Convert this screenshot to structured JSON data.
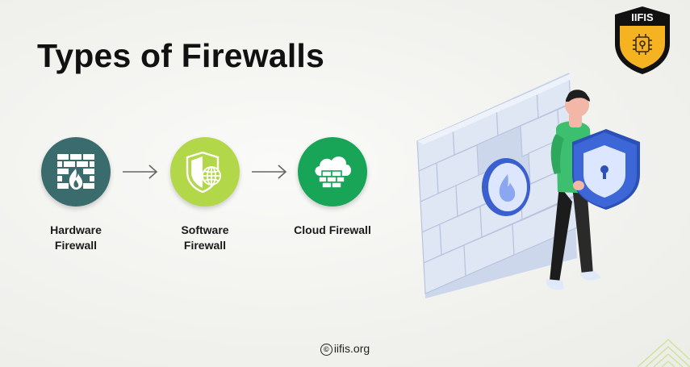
{
  "title": "Types of Firewalls",
  "logo_text": "IIFIS",
  "colors": {
    "hardware": "#3a6b6d",
    "software": "#b2d84a",
    "cloud": "#18a558",
    "logo_shield": "#f5b221"
  },
  "steps": [
    {
      "label_line1": "Hardware",
      "label_line2": "Firewall",
      "icon": "brick-wall-fire-icon"
    },
    {
      "label_line1": "Software",
      "label_line2": "Firewall",
      "icon": "shield-globe-icon"
    },
    {
      "label_line1": "Cloud Firewall",
      "label_line2": "",
      "icon": "cloud-brick-wall-icon"
    }
  ],
  "footer": {
    "copyright_symbol": "©",
    "site": "iifis.org"
  }
}
